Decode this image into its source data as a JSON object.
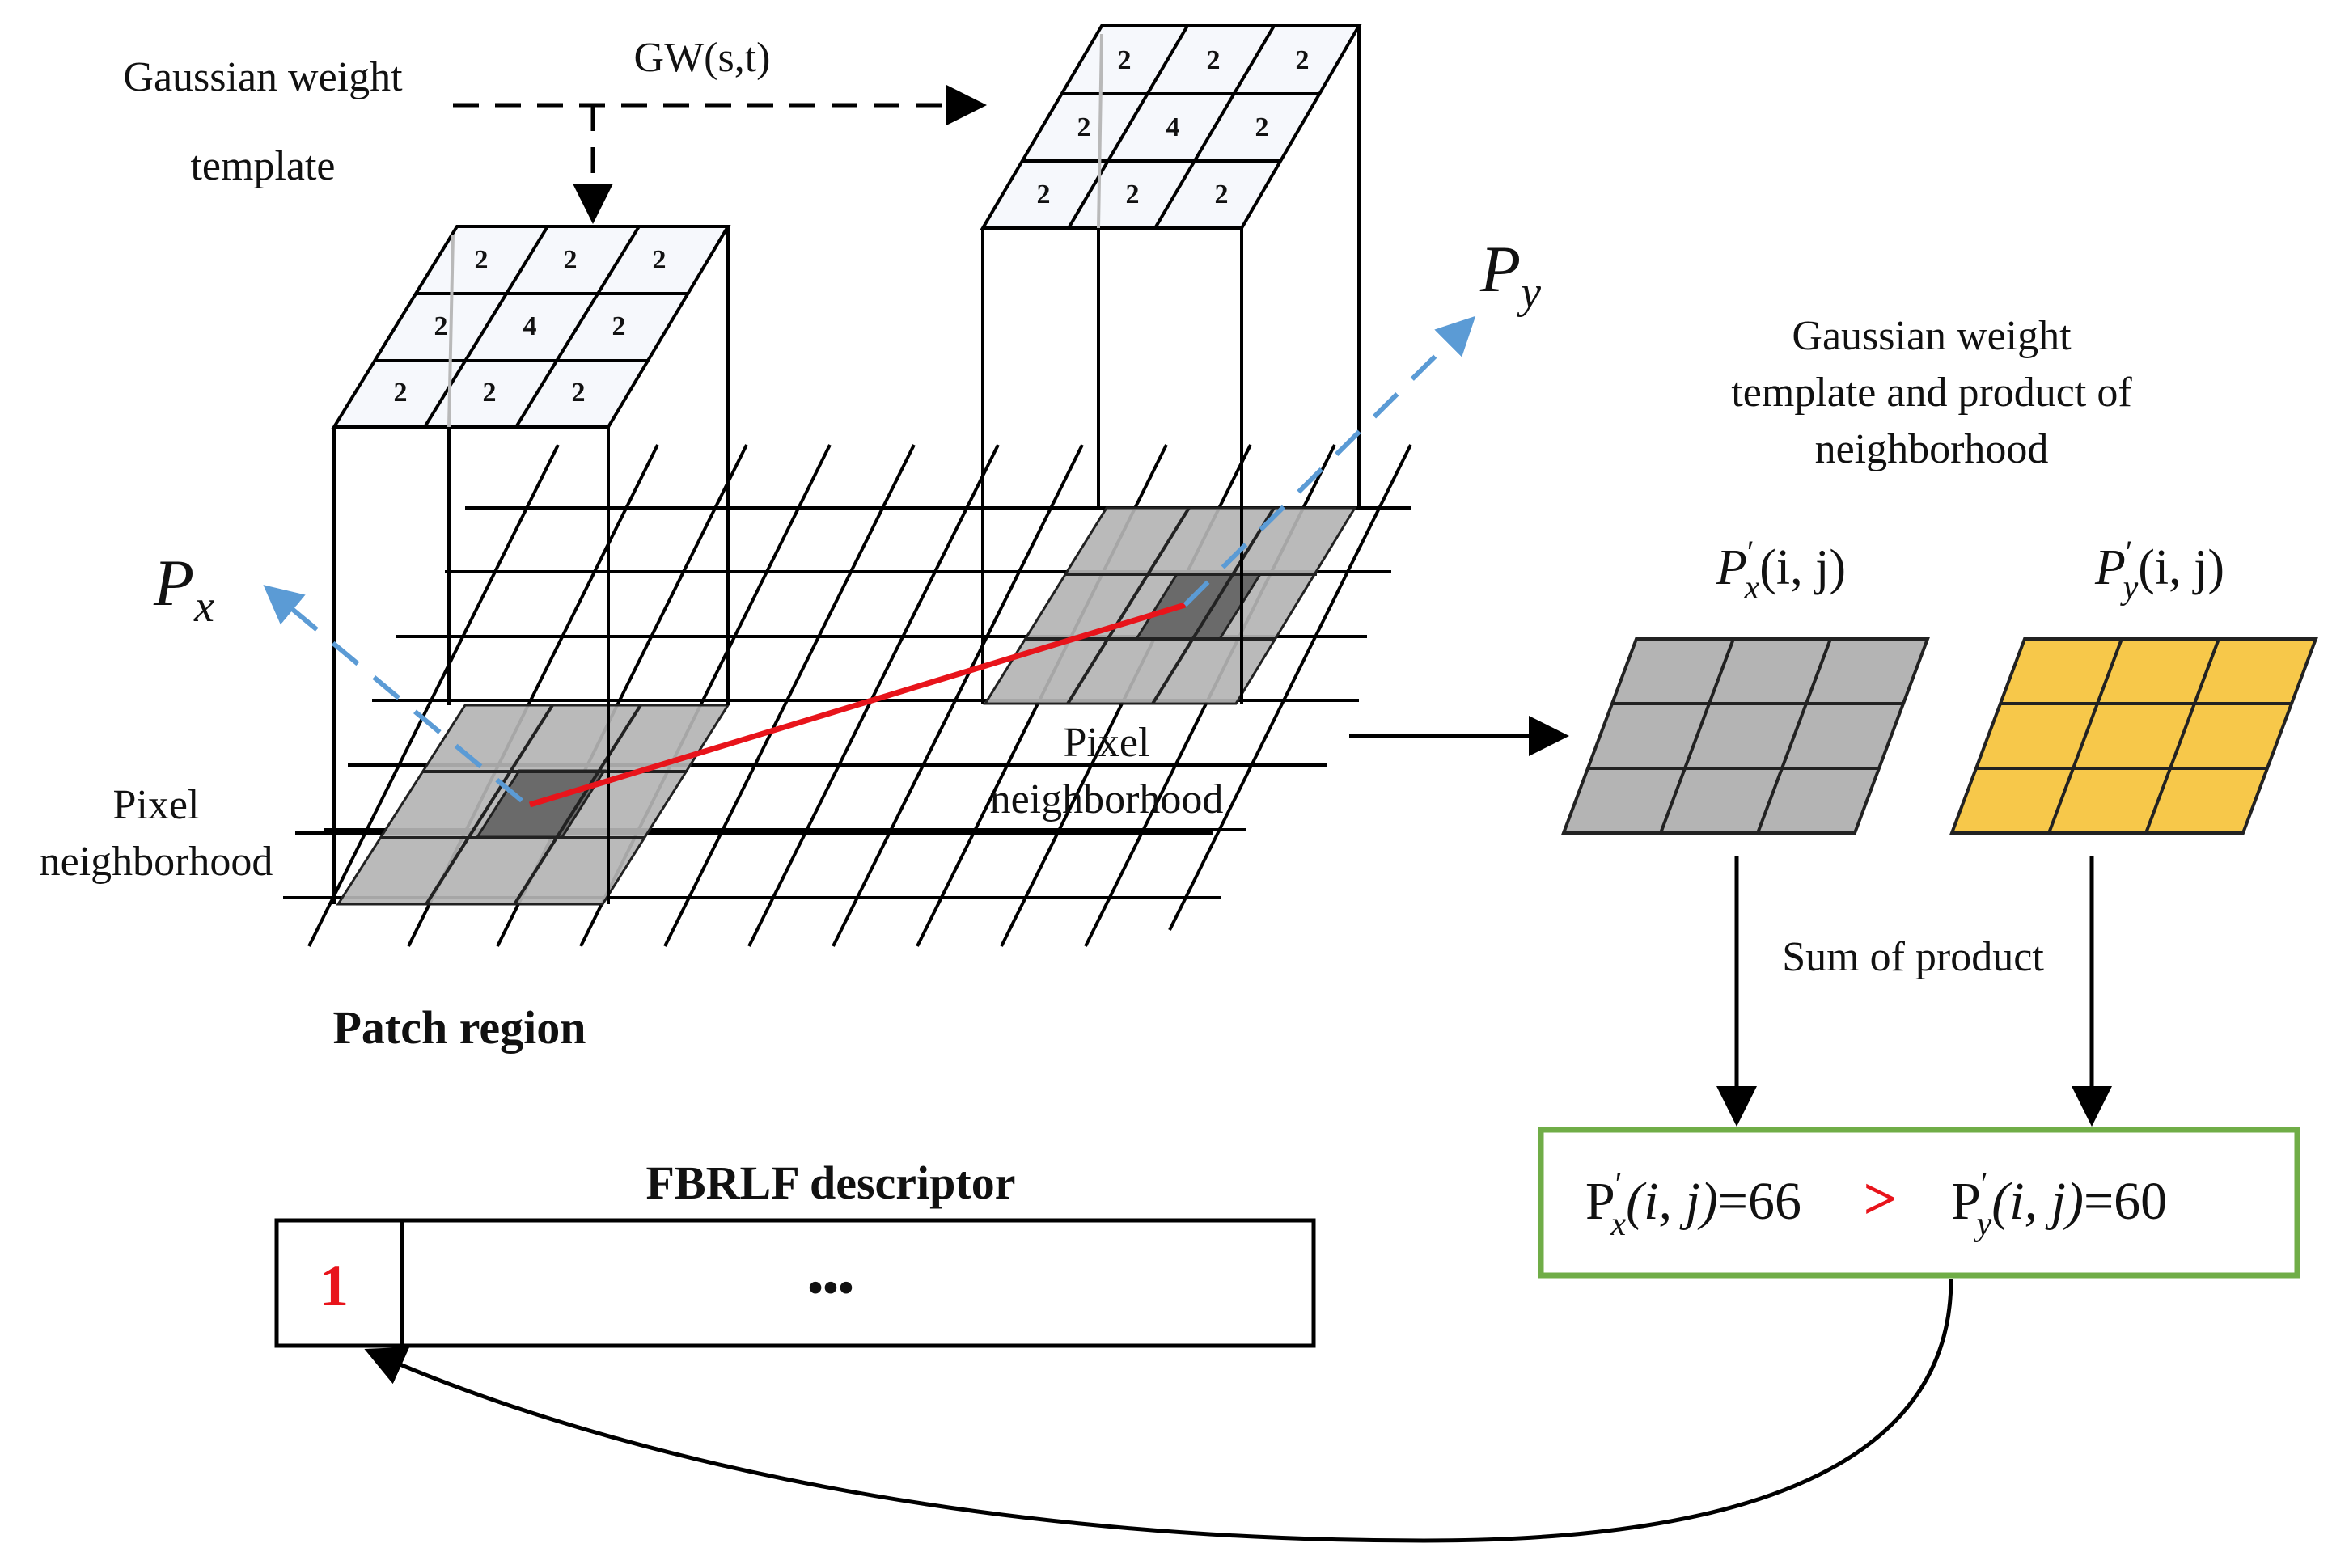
{
  "labels": {
    "gw_template_line1": "Gaussian weight",
    "gw_template_line2": "template",
    "gw_function": "GW(s,t)",
    "px_arrow_label": "P",
    "px_sub": "x",
    "py_arrow_label": "P",
    "py_sub": "y",
    "pixel_neigh_left_1": "Pixel",
    "pixel_neigh_left_2": "neighborhood",
    "pixel_neigh_right_1": "Pixel",
    "pixel_neigh_right_2": "neighborhood",
    "patch_region": "Patch region",
    "gw_product_line1": "Gaussian weight",
    "gw_product_line2": "template and product of",
    "gw_product_line3": "neighborhood",
    "pxp_label": "P",
    "pxp_sub": "x",
    "pxp_args": "(i, j)",
    "pyp_label": "P",
    "pyp_sub": "y",
    "pyp_args": "(i, j)",
    "sum_of_product": "Sum of product",
    "descriptor_title": "FBRLF descriptor",
    "descriptor_first_bit": "1",
    "descriptor_ellipsis": "•••"
  },
  "comparison": {
    "left_label": "P",
    "left_sub": "x",
    "left_args": "(i, j)",
    "left_value": "=66",
    "operator": ">",
    "right_label": "P",
    "right_sub": "y",
    "right_args": "(i, j)",
    "right_value": "=60"
  },
  "gaussian_template": [
    [
      "2",
      "2",
      "2"
    ],
    [
      "2",
      "4",
      "2"
    ],
    [
      "2",
      "2",
      "2"
    ]
  ],
  "colors": {
    "red_line": "#e8141b",
    "blue_arrow": "#5b9bd5",
    "gray_neighborhood": "#b4b4b4",
    "dark_center": "#6a6a6a",
    "yellow_neighborhood": "#f7c84a",
    "green_box": "#70ad47",
    "template_fill": "#f6f8fc"
  }
}
